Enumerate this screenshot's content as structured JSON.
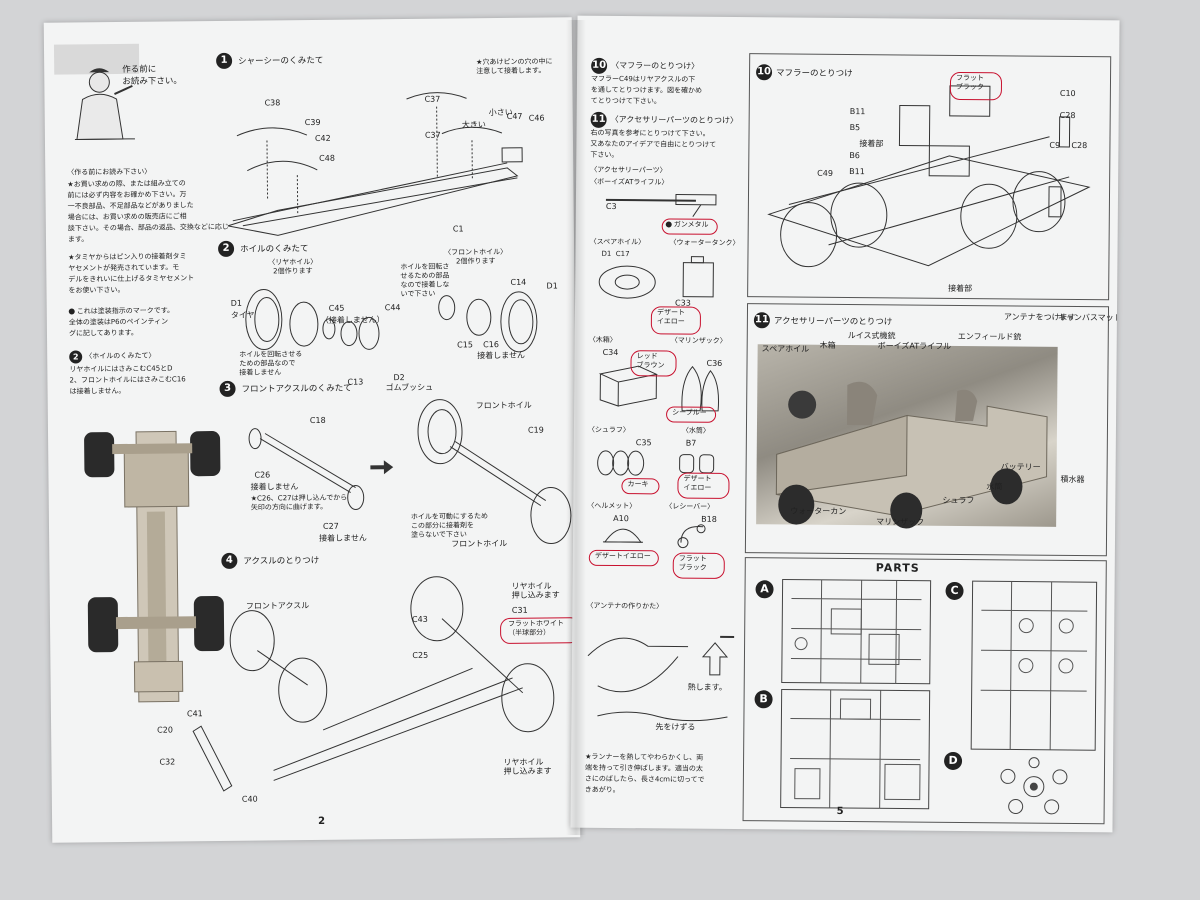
{
  "left_page": {
    "intro": {
      "header": "作る前に\nお読み下さい。",
      "section_title": "〈作る前にお読み下さい〉",
      "para1": "★お買い求めの際、または組み立ての\n前には必ず内容をお確かめ下さい。万\n一不良部品、不足部品などがありました\n場合には、お買い求めの販売店にご相\n談下さい。その場合、部品の返品、交換などに応じ\nます。",
      "para2": "★タミヤからはピン入りの接着剤タミ\nヤセメントが発売されています。モ\nデルをきれいに仕上げるタミヤセメント\nをお使い下さい。",
      "paint_note": "これは塗装指示のマークです。\n全体の塗装はP6のペインティン\nグに記してあります。",
      "wheel_note_title": "〈ホイルのくみたて〉",
      "wheel_note": "リヤホイルにはさみこむC45とD\n2、フロントホイルにはさみこむC16\nは接着しません。"
    },
    "step1": {
      "num": "1",
      "title": "シャーシーのくみたて",
      "labels": [
        "C38",
        "C39",
        "C42",
        "C48",
        "C37",
        "C37",
        "C47",
        "C46",
        "C1"
      ],
      "note": "★穴あけピンの穴の中に\n注意して接着します。",
      "big": "大きい",
      "small": "小さい"
    },
    "step2": {
      "num": "2",
      "title": "ホイルのくみたて",
      "sub1": "〈リヤホイル〉\n2個作ります",
      "sub2": "〈フロントホイル〉\n2個作ります",
      "labels": [
        "D1",
        "タイヤ",
        "C45",
        "C44",
        "C15",
        "C16",
        "C14",
        "D1",
        "C13",
        "D2",
        "ゴムブッシュ"
      ],
      "no_glue": "（接着しません）",
      "no_glue2": "接着しません",
      "rotate_note": "ホイルを回転さ\nせるための部品\nなので接着しな\nいで下さい",
      "rotate_note2": "ホイルを回転させる\nための部品なので\n接着しません"
    },
    "step3": {
      "num": "3",
      "title": "フロントアクスルのくみたて",
      "labels": [
        "C18",
        "C26",
        "C27",
        "フロントホイル",
        "C19",
        "フロントホイル"
      ],
      "no_glue": "接着しません",
      "note": "★C26、C27は押し込んでから\n矢印の方向に曲げます。",
      "no_glue2": "接着しません",
      "rotate_note": "ホイルを可動にするため\nこの部分に接着剤を\n塗らないで下さい"
    },
    "step4": {
      "num": "4",
      "title": "アクスルのとりつけ",
      "labels": [
        "フロントアクスル",
        "C31",
        "C43",
        "C25",
        "C41",
        "C20",
        "C32",
        "C40"
      ],
      "rear_top": "リヤホイル\n押し込みます",
      "rear_bottom": "リヤホイル\n押し込みます",
      "paint": "フラットホワイト\n（半球部分）"
    },
    "page_number": "2"
  },
  "right_page": {
    "step10a": {
      "num": "10",
      "title": "〈マフラーのとりつけ〉",
      "text": "マフラーC49はリヤアクスルの下\nを通してとりつけます。図を確かめ\nてとりつけて下さい。"
    },
    "step11a": {
      "num": "11",
      "title": "〈アクセサリーパーツのとりつけ〉",
      "text": "右の写真を参考にとりつけて下さい。\n又あなたのアイデアで自由にとりつけて\n下さい。"
    },
    "accessories": {
      "title": "〈アクセサリーパーツ〉",
      "rifle": "〈ボーイズATライフル〉",
      "rifle_part": "C3",
      "rifle_paint": "ガンメタル",
      "spare": "〈スペアホイル〉",
      "spare_parts": "D1  C17",
      "water_tank": "〈ウォータータンク〉",
      "water_part": "C33",
      "water_paint": "デザート\nイエロー",
      "box": "〈木箱〉",
      "box_part": "C34",
      "box_paint": "レッド\nブラウン",
      "sack": "〈マリンザック〉",
      "sack_part": "C36",
      "sack_paint": "シーブルー",
      "sleeping": "〈シュラフ〉",
      "sleeping_part": "C35",
      "sleeping_paint": "カーキ",
      "canteen": "〈水筒〉",
      "canteen_part": "B7",
      "canteen_paint": "デザート\nイエロー",
      "helmet": "〈ヘルメット〉",
      "helmet_part": "A10",
      "helmet_paint": "デザートイエロー",
      "receiver": "〈レシーバー〉",
      "receiver_part": "B18",
      "receiver_paint": "フラット\nブラック",
      "antenna_title": "〈アンテナの作りかた〉",
      "heat": "熱します。",
      "stretch": "先をけずる",
      "antenna_note": "★ランナーを熱してやわらかくし、両\n端を持って引き伸ばします。適当の太\nさにのばしたら、長さ4cmに切ってで\nきあがり。"
    },
    "step10b": {
      "num": "10",
      "title": "マフラーのとりつけ",
      "paint": "フラット\nブラック",
      "labels": [
        "C10",
        "C28",
        "B11",
        "B5",
        "B6",
        "B11",
        "C49",
        "C9",
        "C28"
      ],
      "glue1": "接着部",
      "glue2": "接着部"
    },
    "step11b": {
      "num": "11",
      "title": "アクセサリーパーツのとりつけ",
      "top_labels": [
        "アンテナをつけます",
        "キャンバスマット",
        "ルイス式機銃",
        "ボーイズATライフル",
        "エンフィールド銃",
        "スペアホイル",
        "木箱"
      ],
      "bottom_labels": [
        "バッテリー",
        "積水器",
        "水筒",
        "シュラフ",
        "ウォーターカン",
        "マリンザック"
      ]
    },
    "parts": {
      "title": "PARTS",
      "sprues": [
        "A",
        "B",
        "C",
        "D"
      ]
    },
    "page_number": "5"
  }
}
